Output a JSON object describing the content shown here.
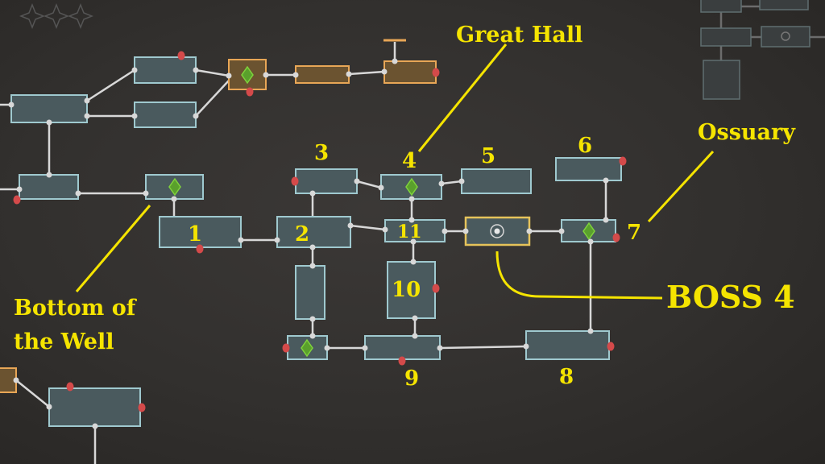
{
  "map": {
    "room_numbers": [
      "1",
      "2",
      "3",
      "4",
      "5",
      "6",
      "7",
      "8",
      "9",
      "10",
      "11"
    ],
    "annotations": {
      "great_hall": "Great Hall",
      "ossuary": "Ossuary",
      "bottom_of_well_line1": "Bottom of",
      "bottom_of_well_line2": "the Well",
      "boss": "BOSS 4"
    }
  },
  "colors": {
    "label": "#f5e400",
    "room": "#4a5a5e",
    "explored_orange": "#e8a656",
    "door": "#d44a4a",
    "save_point": "#7fd23c"
  }
}
